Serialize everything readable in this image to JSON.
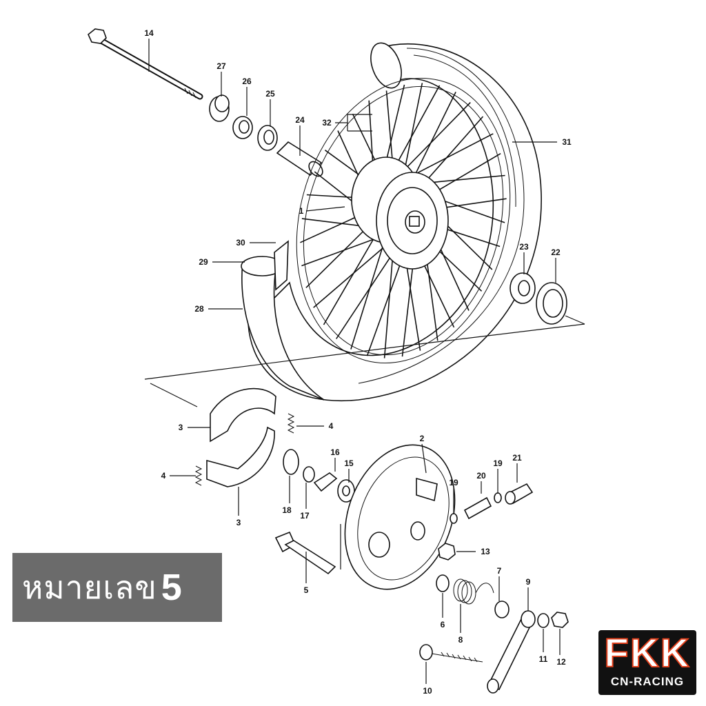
{
  "labels": {
    "p1": "1",
    "p2": "2",
    "p3a": "3",
    "p3b": "3",
    "p4a": "4",
    "p4b": "4",
    "p5": "5",
    "p6": "6",
    "p7": "7",
    "p8": "8",
    "p9": "9",
    "p10": "10",
    "p11": "11",
    "p12": "12",
    "p13": "13",
    "p14": "14",
    "p15": "15",
    "p16": "16",
    "p17": "17",
    "p18": "18",
    "p19a": "19",
    "p19b": "19",
    "p20": "20",
    "p21": "21",
    "p22": "22",
    "p23": "23",
    "p24": "24",
    "p25": "25",
    "p26": "26",
    "p27": "27",
    "p28": "28",
    "p29": "29",
    "p30": "30",
    "p31": "31",
    "p32": "32"
  },
  "note": {
    "text": "หมายเลข",
    "number": "5"
  },
  "logo": {
    "main": "FKK",
    "sub": "CN-RACING",
    "accent_color": "#e2401c"
  }
}
